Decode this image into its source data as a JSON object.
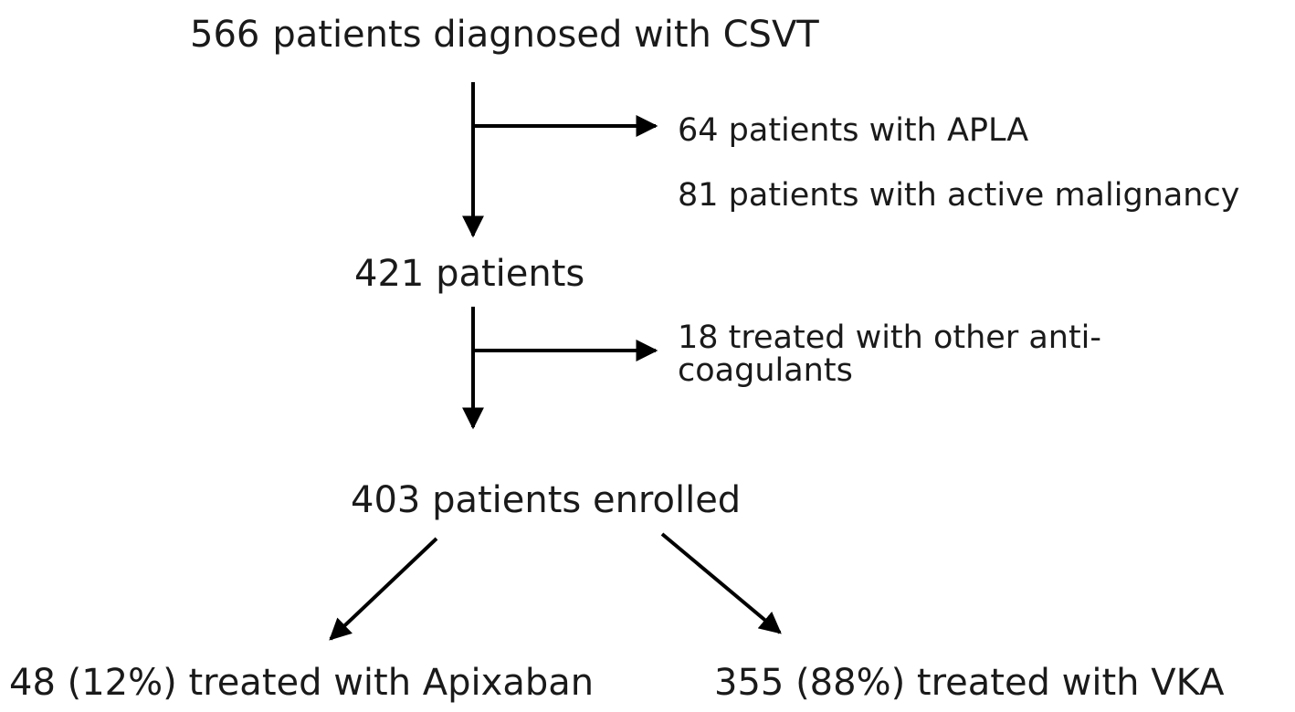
{
  "flowchart": {
    "start": {
      "count": "566",
      "label": "patients diagnosed with CSVT"
    },
    "exclusions_first": [
      "64 patients with APLA",
      "81 patients with active malignancy"
    ],
    "after_first": "421 patients",
    "exclusions_second": {
      "line1": "18 treated with other anti-",
      "line2": "coagulants"
    },
    "enrolled": "403 patients enrolled",
    "branches": [
      "48 (12%) treated with Apixaban",
      "355 (88%) treated with VKA"
    ]
  },
  "colors": {
    "text": "#1a1a1a",
    "arrow": "#000000",
    "background": "#ffffff"
  }
}
